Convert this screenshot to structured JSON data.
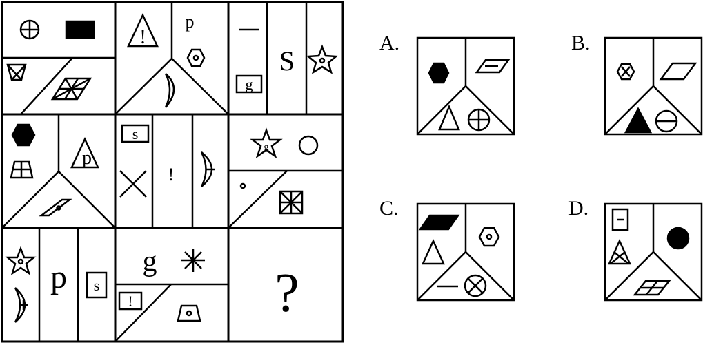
{
  "puzzle": {
    "question_mark": "?",
    "grid_letters": {
      "p_top": "p",
      "s_top": "S",
      "g_small": "g",
      "s_box_mid": "s",
      "bang_mid": "!",
      "p_big": "p",
      "s_box_bottom": "s",
      "g_big": "g",
      "bang_box": "!",
      "p_in_triangle": "p",
      "g_in_star": "g"
    },
    "options": [
      {
        "label": "A."
      },
      {
        "label": "B."
      },
      {
        "label": "C."
      },
      {
        "label": "D."
      }
    ]
  },
  "colors": {
    "ink": "#000000",
    "paper": "#ffffff"
  }
}
